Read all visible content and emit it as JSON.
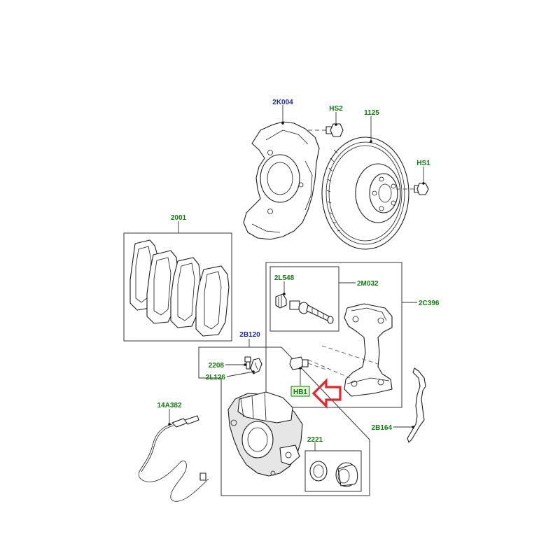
{
  "labels": {
    "shield": "2K004",
    "bolt_hs2": "HS2",
    "disc": "1125",
    "bolt_hs1": "HS1",
    "pad_kit": "2001",
    "pin_2l548": "2L548",
    "kit_2m032": "2M032",
    "carrier": "2C396",
    "caliper": "2B120",
    "bleed_2208": "2208",
    "clip_2l126": "2L126",
    "bolt_hb1": "HB1",
    "sensor": "14A382",
    "spring": "2B164",
    "seal_2221": "2221"
  },
  "colors": {
    "green_label": "#0e7a0e",
    "blue_label": "#1a2b9e",
    "highlight_arrow": "#e8242a",
    "highlight_box": "#dff5d0"
  }
}
